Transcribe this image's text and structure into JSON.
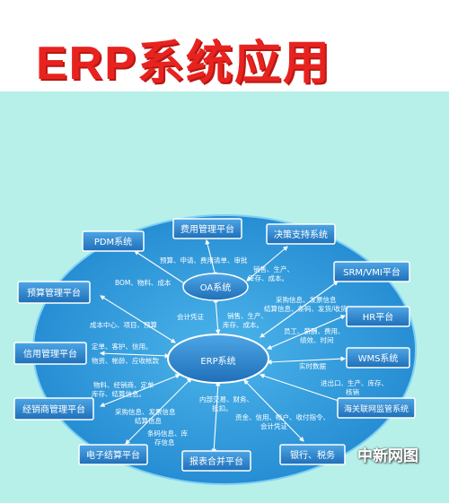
{
  "header": {
    "title": "ERP系统应用"
  },
  "diagram": {
    "center": "ERP系统",
    "oa": "OA系统",
    "nodes": {
      "fee": "费用管理平台",
      "decision": "决策支持系统",
      "pdm": "PDM系统",
      "srm": "SRM/VMI平台",
      "budget": "预算管理平台",
      "hr": "HR平台",
      "credit": "信用管理平台",
      "wms": "WMS系统",
      "dealer": "经销商管理平台",
      "customs": "海关联网监管系统",
      "settle": "电子结算平台",
      "report": "报表合并平台",
      "bank": "银行、税务"
    },
    "labels": {
      "fee_oa": "预算、申请、费用清单、审批",
      "pdm_oa": "BOM、物料、成本",
      "dec_1": "销售、生产、",
      "dec_2": "库存、成本。",
      "srm_1": "采购信息、发票信息",
      "srm_2": "结算信息、条码、发货/收货",
      "oa_erp_1": "销售、生产、",
      "oa_erp_2": "库存、成本。",
      "budget_oa": "成本中心、项目、预算",
      "voucher": "会计凭证",
      "hr_1": "员工、薪酬、费用、",
      "hr_2": "绩效、时间",
      "credit_1": "定单、客护、信用。",
      "credit_2": "物资、帐龄、应收帐款",
      "wms": "实时数据",
      "dealer_1": "物料、经销商、定单",
      "dealer_2": "库存、结算信息。",
      "customs_1": "进出口、生产、库存、",
      "customs_2": "核销",
      "settle_1": "采购信息、发票信息",
      "settle_2": "结算信息",
      "settle_3": "条码信息、库",
      "settle_4": "存信息",
      "report_1": "内部交易、财务、",
      "report_2": "抵扣。",
      "bank_1": "资金、信用、帐户、收付指令、",
      "bank_2": "会计凭证"
    }
  },
  "watermark": "中新网图",
  "colors": {
    "title": "#e8231f",
    "panel": "#b6f0e8",
    "ellipse": "#2e9ad8",
    "node": "#2a7fc4"
  }
}
